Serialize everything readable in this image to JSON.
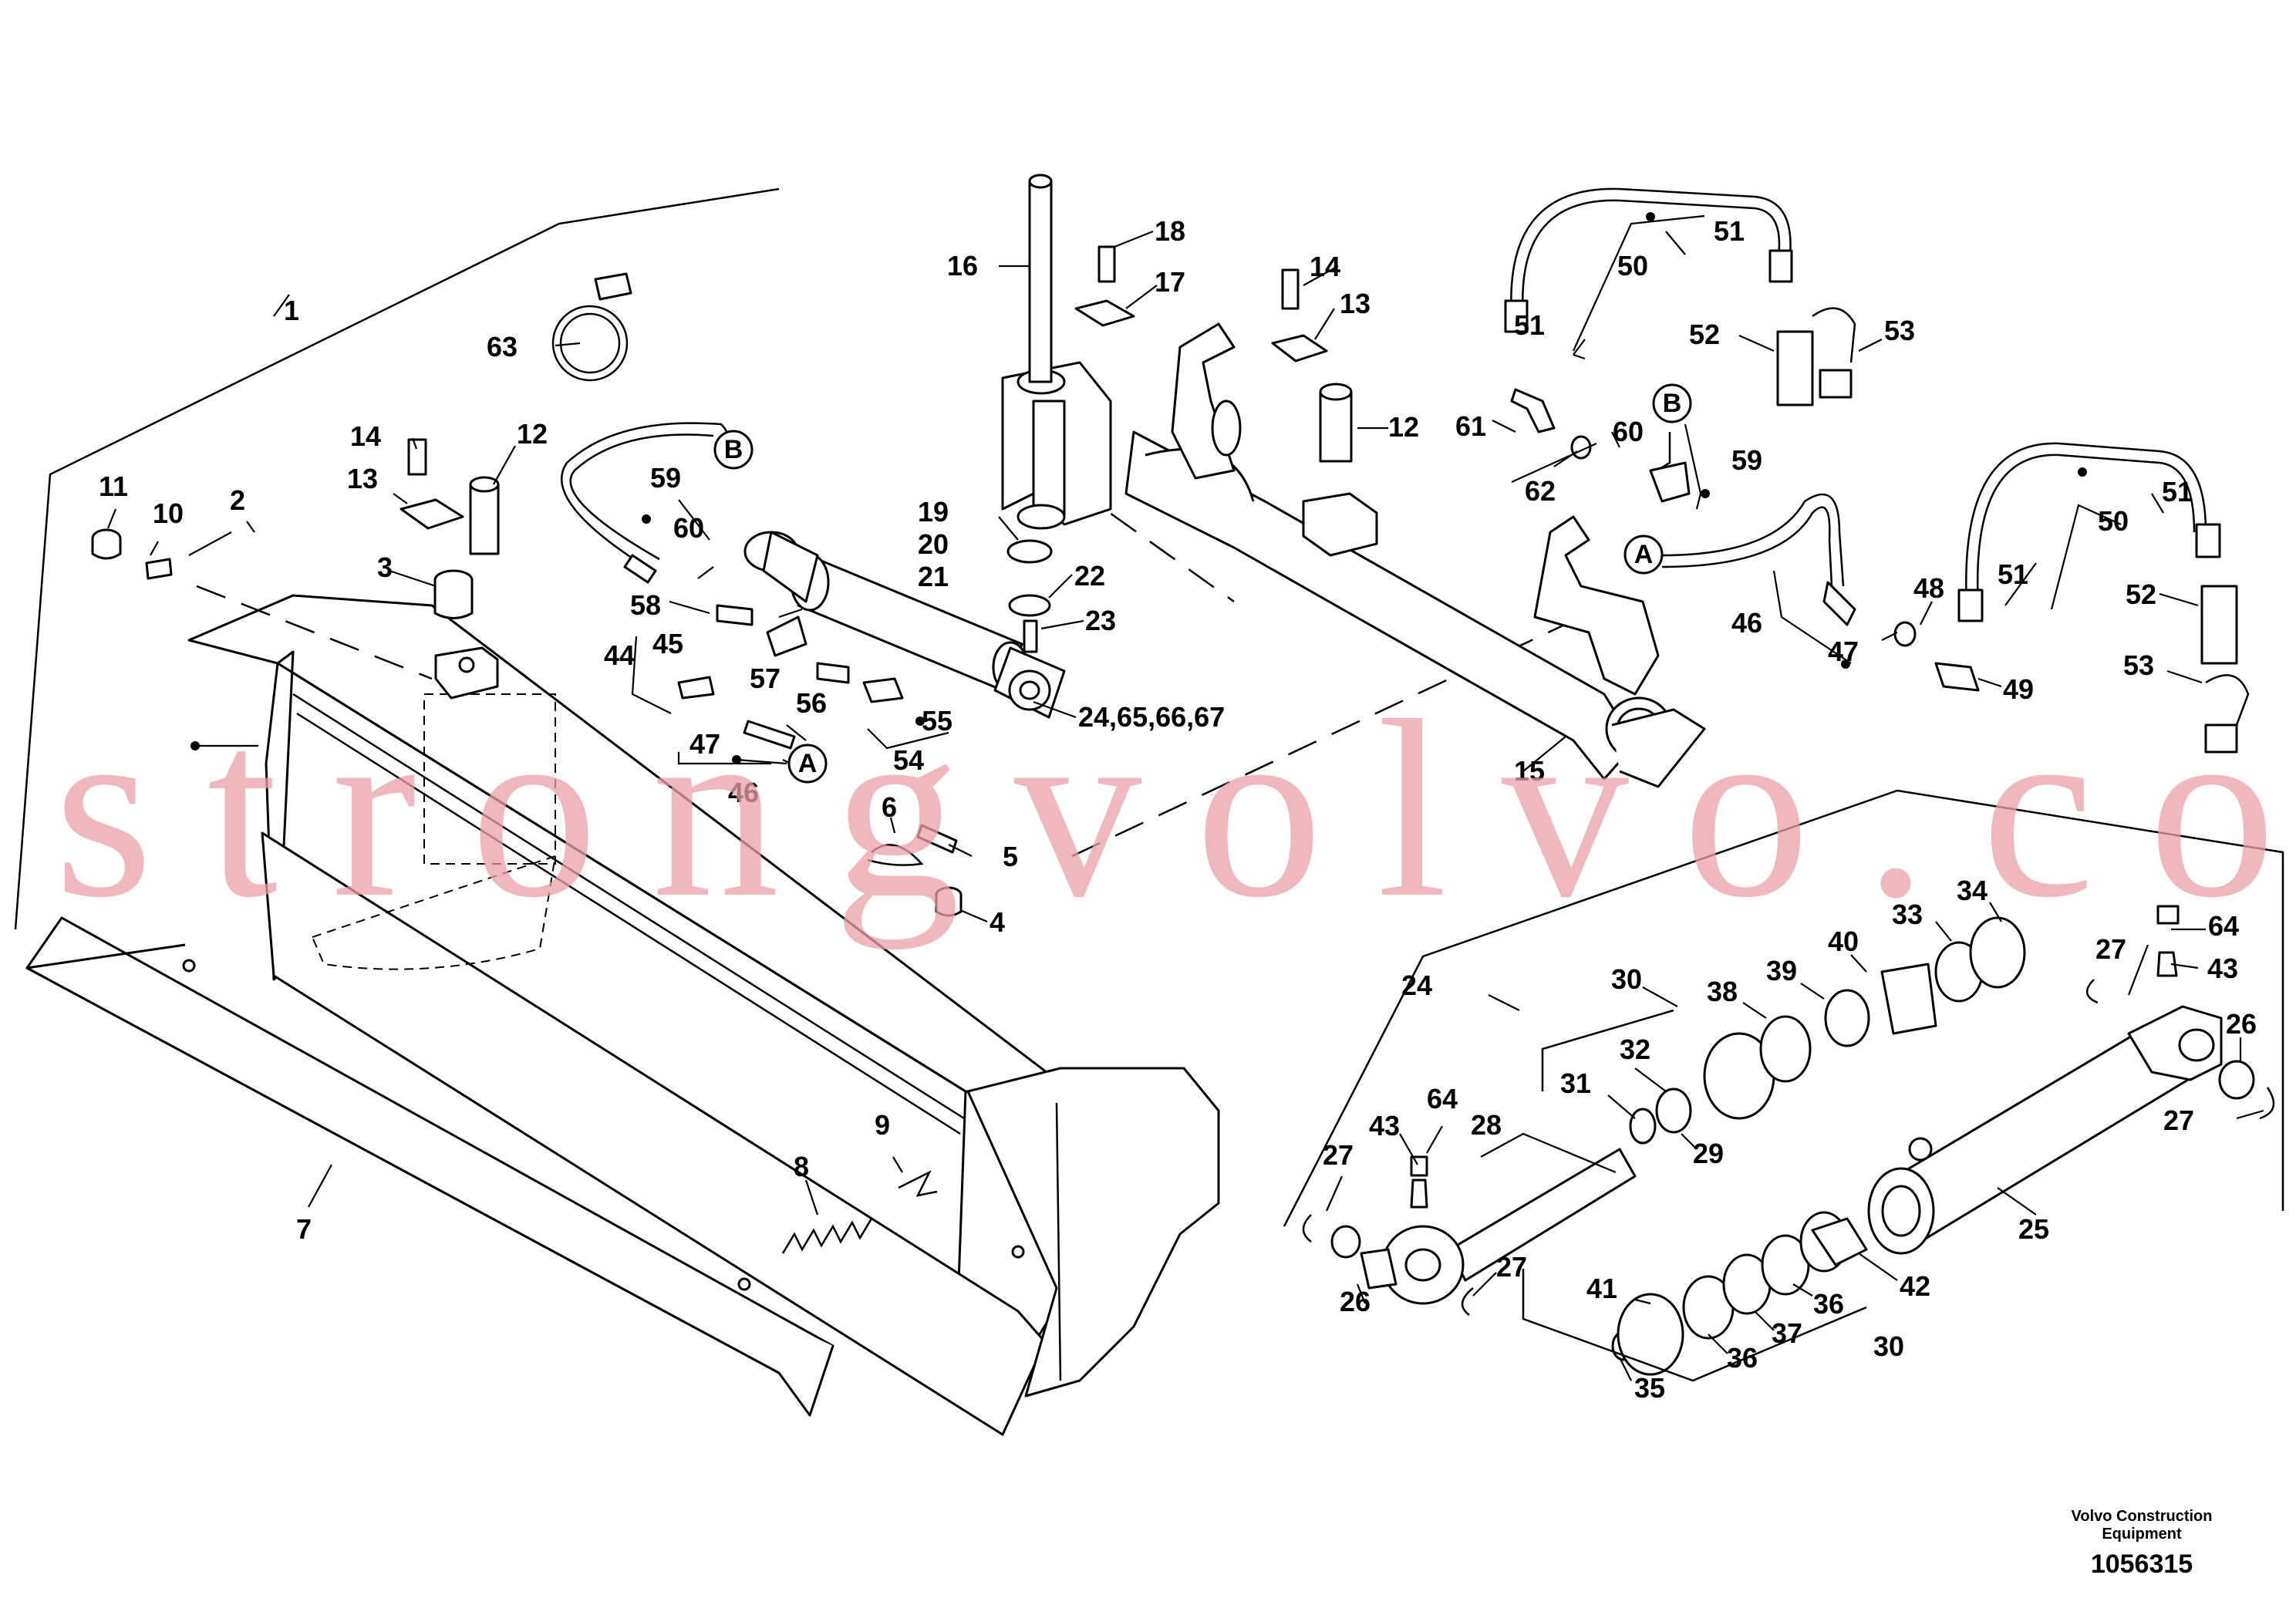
{
  "callouts": [
    {
      "id": "c1",
      "text": "1"
    },
    {
      "id": "c2",
      "text": "2"
    },
    {
      "id": "c3",
      "text": "3"
    },
    {
      "id": "c4",
      "text": "4"
    },
    {
      "id": "c5",
      "text": "5"
    },
    {
      "id": "c6",
      "text": "6"
    },
    {
      "id": "c7",
      "text": "7"
    },
    {
      "id": "c8",
      "text": "8"
    },
    {
      "id": "c9",
      "text": "9"
    },
    {
      "id": "c10",
      "text": "10"
    },
    {
      "id": "c11",
      "text": "11"
    },
    {
      "id": "c12a",
      "text": "12"
    },
    {
      "id": "c12b",
      "text": "12"
    },
    {
      "id": "c13a",
      "text": "13"
    },
    {
      "id": "c13b",
      "text": "13"
    },
    {
      "id": "c14a",
      "text": "14"
    },
    {
      "id": "c14b",
      "text": "14"
    },
    {
      "id": "c15",
      "text": "15"
    },
    {
      "id": "c16",
      "text": "16"
    },
    {
      "id": "c17",
      "text": "17"
    },
    {
      "id": "c18",
      "text": "18"
    },
    {
      "id": "c19",
      "text": "19"
    },
    {
      "id": "c20",
      "text": "20"
    },
    {
      "id": "c21",
      "text": "21"
    },
    {
      "id": "c22",
      "text": "22"
    },
    {
      "id": "c23",
      "text": "23"
    },
    {
      "id": "c24a",
      "text": "24,65,66,67"
    },
    {
      "id": "c24b",
      "text": "24"
    },
    {
      "id": "c25",
      "text": "25"
    },
    {
      "id": "c26a",
      "text": "26"
    },
    {
      "id": "c26b",
      "text": "26"
    },
    {
      "id": "c27a",
      "text": "27"
    },
    {
      "id": "c27b",
      "text": "27"
    },
    {
      "id": "c27c",
      "text": "27"
    },
    {
      "id": "c27d",
      "text": "27"
    },
    {
      "id": "c28",
      "text": "28"
    },
    {
      "id": "c29",
      "text": "29"
    },
    {
      "id": "c30a",
      "text": "30"
    },
    {
      "id": "c30b",
      "text": "30"
    },
    {
      "id": "c31",
      "text": "31"
    },
    {
      "id": "c32",
      "text": "32"
    },
    {
      "id": "c33",
      "text": "33"
    },
    {
      "id": "c34",
      "text": "34"
    },
    {
      "id": "c35",
      "text": "35"
    },
    {
      "id": "c36a",
      "text": "36"
    },
    {
      "id": "c36b",
      "text": "36"
    },
    {
      "id": "c37",
      "text": "37"
    },
    {
      "id": "c38",
      "text": "38"
    },
    {
      "id": "c39",
      "text": "39"
    },
    {
      "id": "c40",
      "text": "40"
    },
    {
      "id": "c41",
      "text": "41"
    },
    {
      "id": "c42",
      "text": "42"
    },
    {
      "id": "c43a",
      "text": "43"
    },
    {
      "id": "c43b",
      "text": "43"
    },
    {
      "id": "c44",
      "text": "44"
    },
    {
      "id": "c45",
      "text": "45"
    },
    {
      "id": "c46a",
      "text": "46"
    },
    {
      "id": "c46b",
      "text": "46"
    },
    {
      "id": "c47a",
      "text": "47"
    },
    {
      "id": "c47b",
      "text": "47"
    },
    {
      "id": "c48",
      "text": "48"
    },
    {
      "id": "c49",
      "text": "49"
    },
    {
      "id": "c50a",
      "text": "50"
    },
    {
      "id": "c50b",
      "text": "50"
    },
    {
      "id": "c51a",
      "text": "51"
    },
    {
      "id": "c51b",
      "text": "51"
    },
    {
      "id": "c51c",
      "text": "51"
    },
    {
      "id": "c51d",
      "text": "51"
    },
    {
      "id": "c52a",
      "text": "52"
    },
    {
      "id": "c52b",
      "text": "52"
    },
    {
      "id": "c53a",
      "text": "53"
    },
    {
      "id": "c53b",
      "text": "53"
    },
    {
      "id": "c54",
      "text": "54"
    },
    {
      "id": "c55",
      "text": "55"
    },
    {
      "id": "c56",
      "text": "56"
    },
    {
      "id": "c57",
      "text": "57"
    },
    {
      "id": "c58",
      "text": "58"
    },
    {
      "id": "c59a",
      "text": "59"
    },
    {
      "id": "c59b",
      "text": "59"
    },
    {
      "id": "c60a",
      "text": "60"
    },
    {
      "id": "c60b",
      "text": "60"
    },
    {
      "id": "c61",
      "text": "61"
    },
    {
      "id": "c62",
      "text": "62"
    },
    {
      "id": "c63",
      "text": "63"
    },
    {
      "id": "c64a",
      "text": "64"
    },
    {
      "id": "c64b",
      "text": "64"
    }
  ],
  "connection_marks": {
    "a1": "A",
    "a2": "A",
    "b1": "B",
    "b2": "B"
  },
  "watermark": "strongvolvo.com",
  "footer": {
    "maker_line1": "Volvo Construction",
    "maker_line2": "Equipment",
    "doc_number": "1056315"
  }
}
